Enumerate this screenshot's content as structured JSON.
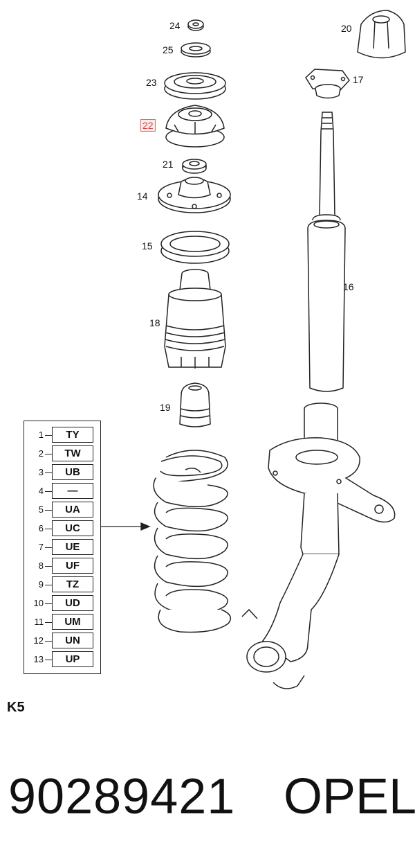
{
  "callouts": [
    {
      "id": "24",
      "label": "24",
      "highlight": false
    },
    {
      "id": "25",
      "label": "25",
      "highlight": false
    },
    {
      "id": "23",
      "label": "23",
      "highlight": false
    },
    {
      "id": "22",
      "label": "22",
      "highlight": true
    },
    {
      "id": "21",
      "label": "21",
      "highlight": false
    },
    {
      "id": "14",
      "label": "14",
      "highlight": false
    },
    {
      "id": "15",
      "label": "15",
      "highlight": false
    },
    {
      "id": "18",
      "label": "18",
      "highlight": false
    },
    {
      "id": "19",
      "label": "19",
      "highlight": false
    },
    {
      "id": "20",
      "label": "20",
      "highlight": false
    },
    {
      "id": "17",
      "label": "17",
      "highlight": false
    },
    {
      "id": "16",
      "label": "16",
      "highlight": false
    }
  ],
  "legend": {
    "rows": [
      {
        "num": "1",
        "code": "TY"
      },
      {
        "num": "2",
        "code": "TW"
      },
      {
        "num": "3",
        "code": "UB"
      },
      {
        "num": "4",
        "code": "—"
      },
      {
        "num": "5",
        "code": "UA"
      },
      {
        "num": "6",
        "code": "UC"
      },
      {
        "num": "7",
        "code": "UE"
      },
      {
        "num": "8",
        "code": "UF"
      },
      {
        "num": "9",
        "code": "TZ"
      },
      {
        "num": "10",
        "code": "UD"
      },
      {
        "num": "11",
        "code": "UM"
      },
      {
        "num": "12",
        "code": "UN"
      },
      {
        "num": "13",
        "code": "UP"
      }
    ]
  },
  "page_code": "K5",
  "part_number": "90289421",
  "brand": "OPEL",
  "colors": {
    "line": "#222222",
    "highlight_border": "#e26a6a",
    "highlight_text": "#d04848",
    "highlight_fill": "#fde8e8"
  }
}
